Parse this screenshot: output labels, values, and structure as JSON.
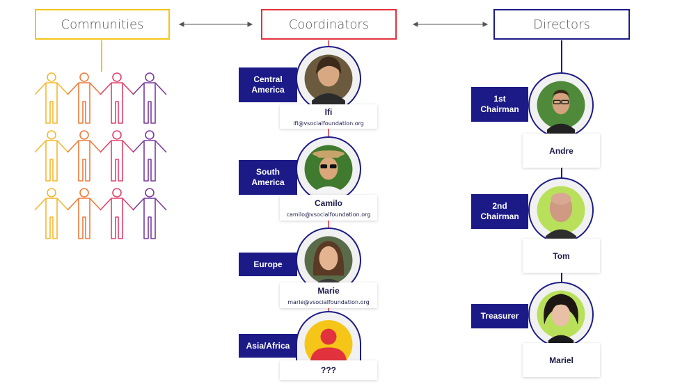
{
  "headers": {
    "communities": "Communities",
    "coordinators": "Coordinators",
    "directors": "Directors"
  },
  "coordinators": [
    {
      "region": "Central America",
      "name": "Ifi",
      "email": "ifi@vsocialfoundation.org"
    },
    {
      "region": "South America",
      "name": "Camilo",
      "email": "camilo@vsocialfoundation.org"
    },
    {
      "region": "Europe",
      "name": "Marie",
      "email": "marie@vsocialfoundation.org"
    },
    {
      "region": "Asia/Africa",
      "name": "???",
      "email": ""
    }
  ],
  "directors": [
    {
      "role": "1st Chairman",
      "name": "Andre"
    },
    {
      "role": "2nd Chairman",
      "name": "Tom"
    },
    {
      "role": "Treasurer",
      "name": "Mariel"
    }
  ],
  "colors": {
    "communities": "#f5c518",
    "coordinators": "#e2323e",
    "directors": "#1c1a87",
    "label_bg": "#1c1a87",
    "people_gradient": [
      "#f5b82e",
      "#ef7a3a",
      "#e3406b",
      "#7a3c9e"
    ]
  },
  "icons": [
    "person-icon",
    "placeholder-avatar-icon",
    "arrow-left-right-icon"
  ]
}
